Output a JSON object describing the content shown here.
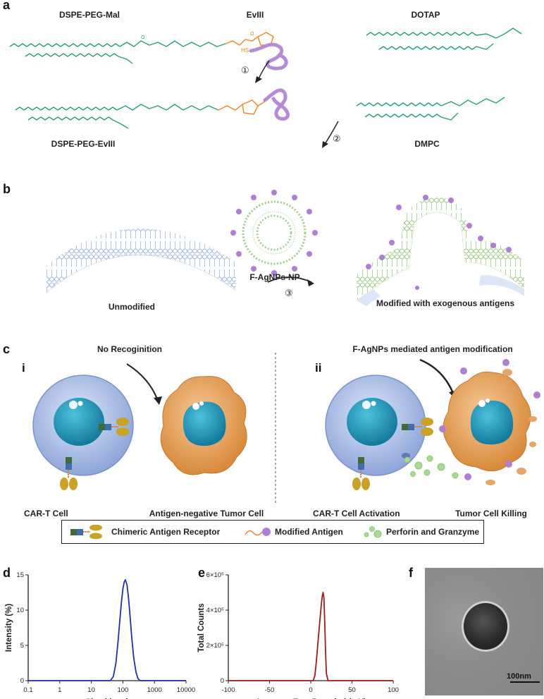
{
  "panels": {
    "a": "a",
    "b": "b",
    "c": "c",
    "d": "d",
    "e": "e",
    "f": "f"
  },
  "panel_a": {
    "dspe_peg_mal": "DSPE-PEG-Mal",
    "evIII": "EvIII",
    "dotap": "DOTAP",
    "dspe_peg_evIII": "DSPE-PEG-EvIII",
    "dmpc": "DMPC",
    "step1": "①",
    "step2": "②",
    "hs": "HS"
  },
  "panel_b": {
    "np_label": "F-AgNPs-NP",
    "unmodified": "Unmodified",
    "modified": "Modified with exogenous antigens",
    "step3": "③"
  },
  "panel_c": {
    "sub_i": "i",
    "sub_ii": "ii",
    "no_recognition": "No Recoginition",
    "mediated": "F-AgNPs mediated antigen modification",
    "cart_cell": "CAR-T Cell",
    "antigen_negative": "Antigen-negative Tumor Cell",
    "cart_activation": "CAR-T Cell Activation",
    "tumor_killing": "Tumor Cell Killing"
  },
  "legend": {
    "car": "Chimeric Antigen Receptor",
    "antigen": "Modified Antigen",
    "perforin": "Perforin and Granzyme"
  },
  "tem": {
    "scale": "100nm"
  },
  "chart_data": [
    {
      "type": "line",
      "panel": "d",
      "xlabel": "Size (d.nm)",
      "ylabel": "Intensity (%)",
      "xscale": "log",
      "xlim": [
        0.1,
        10000
      ],
      "ylim": [
        0,
        15
      ],
      "xticks": [
        "0.1",
        "1",
        "10",
        "100",
        "1000",
        "10000"
      ],
      "yticks": [
        "0",
        "5",
        "10",
        "15"
      ],
      "color": "#1f2fa8",
      "series": [
        {
          "x": [
            0.1,
            40,
            50,
            60,
            70,
            80,
            90,
            100,
            110,
            120,
            135,
            150,
            170,
            190,
            220,
            260,
            300,
            350,
            10000
          ],
          "y": [
            0,
            0,
            0.6,
            2.5,
            5.5,
            8.6,
            11.2,
            13.0,
            14.0,
            14.3,
            13.6,
            11.8,
            9.0,
            6.2,
            3.3,
            1.2,
            0.3,
            0,
            0
          ]
        }
      ]
    },
    {
      "type": "line",
      "panel": "e",
      "xlabel": "Apparent Zeta Potenital (mV)",
      "ylabel": "Total Counts",
      "xlim": [
        -100,
        100
      ],
      "ylim": [
        0,
        600000
      ],
      "xticks": [
        "-100",
        "-50",
        "0",
        "50",
        "100"
      ],
      "yticks": [
        "0",
        "2×10⁵",
        "4×10⁵",
        "6×10⁵"
      ],
      "color": "#a01a1a",
      "series": [
        {
          "x": [
            -100,
            3,
            5,
            7,
            9,
            11,
            13,
            14,
            15,
            16,
            17,
            18,
            19,
            21,
            100
          ],
          "y": [
            0,
            0,
            30000,
            120000,
            230000,
            340000,
            440000,
            480000,
            500000,
            470000,
            320000,
            150000,
            40000,
            0,
            0
          ]
        }
      ]
    }
  ]
}
